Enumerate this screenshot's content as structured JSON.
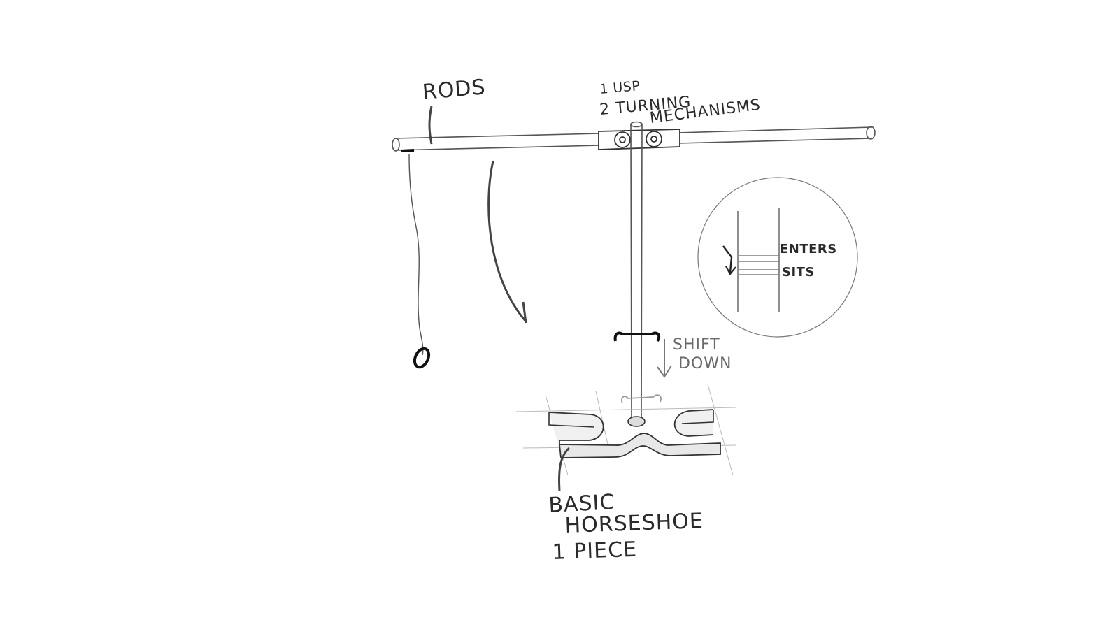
{
  "labels": {
    "rods": "RODS",
    "usp_line1": "1 USP",
    "usp_line2": "2 TURNING",
    "usp_line3": "MECHANISMS",
    "enters": "ENTERS",
    "sits": "SITS",
    "shift_line1": "SHIFT",
    "shift_line2": "DOWN",
    "horseshoe_line1": "BASIC",
    "horseshoe_line2": "HORSESHOE",
    "horseshoe_line3": "1 PIECE"
  }
}
